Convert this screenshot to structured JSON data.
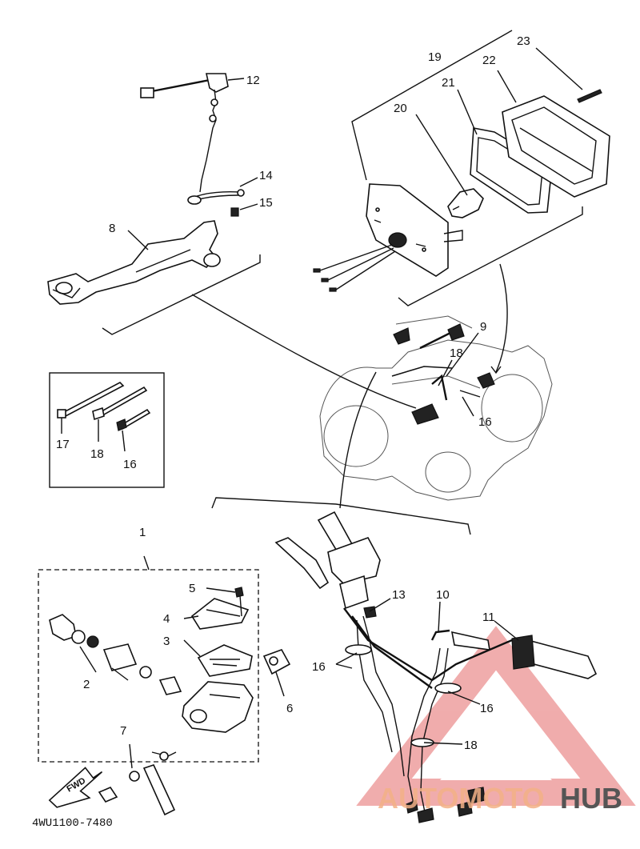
{
  "diagram": {
    "part_number": "4WU1100-7480",
    "fwd_label": "FWD",
    "watermark": {
      "part1": "AUTOMOTO",
      "part2": "HUB",
      "accent_color": "#f3b187",
      "text_color": "#555555"
    },
    "callouts": {
      "c1": "1",
      "c2": "2",
      "c3": "3",
      "c4": "4",
      "c5": "5",
      "c6": "6",
      "c7": "7",
      "c8": "8",
      "c9": "9",
      "c10": "10",
      "c11": "11",
      "c12": "12",
      "c13": "13",
      "c14": "14",
      "c15": "15",
      "c16a": "16",
      "c16b": "16",
      "c16c": "16",
      "c16d": "16",
      "c17": "17",
      "c18a": "18",
      "c18b": "18",
      "c18c": "18",
      "c19": "19",
      "c20": "20",
      "c21": "21",
      "c22": "22",
      "c23": "23"
    }
  }
}
